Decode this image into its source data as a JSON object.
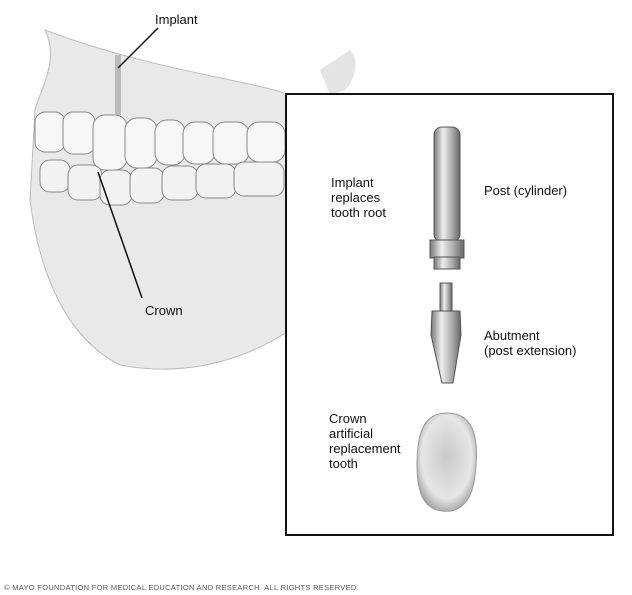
{
  "labels": {
    "implant": "Implant",
    "crown": "Crown"
  },
  "inset": {
    "implant_desc": [
      "Implant",
      "replaces",
      "tooth root"
    ],
    "post": "Post (cylinder)",
    "abutment": [
      "Abutment",
      "(post extension)"
    ],
    "crown_desc": [
      "Crown",
      "artificial",
      "replacement",
      "tooth"
    ]
  },
  "copyright": "© MAYO FOUNDATION FOR MEDICAL EDUCATION AND RESEARCH. ALL RIGHTS RESERVED."
}
